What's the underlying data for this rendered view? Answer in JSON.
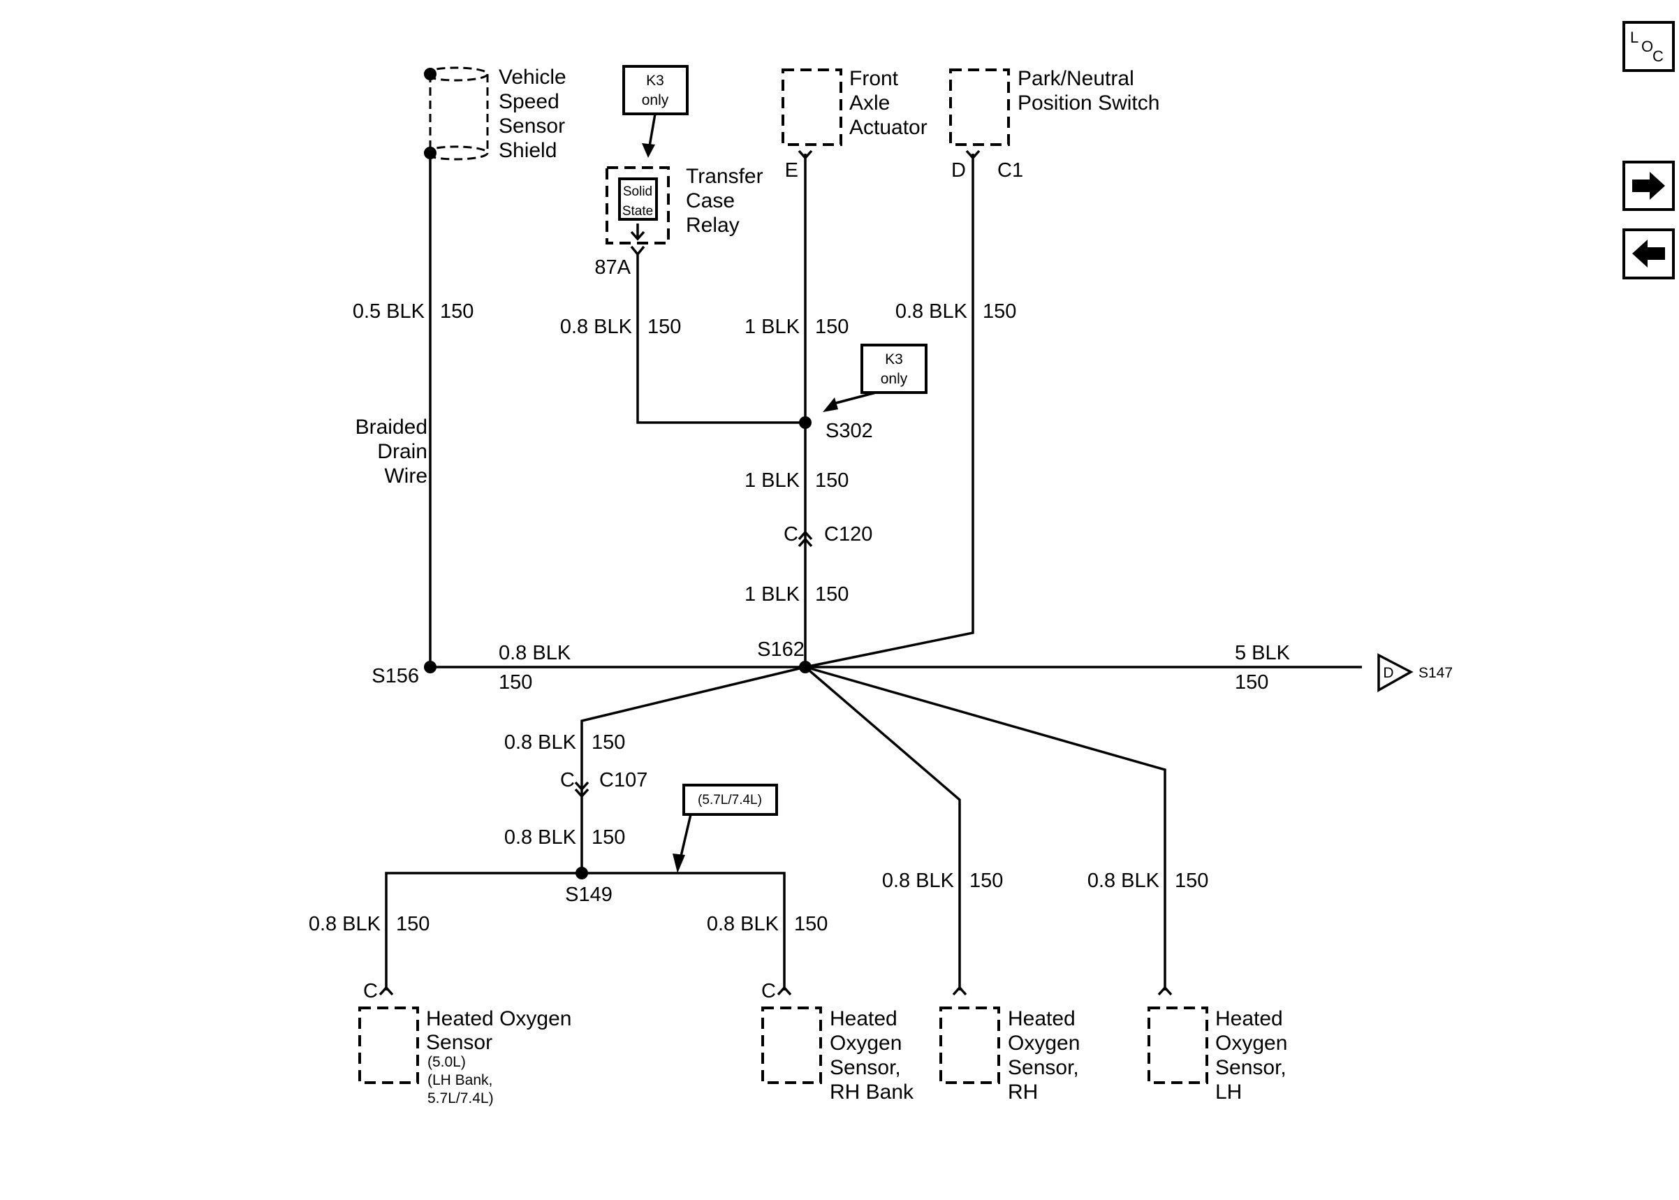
{
  "nav": {
    "loc_letters": [
      "L",
      "O",
      "C"
    ]
  },
  "components": {
    "vss_shield": [
      "Vehicle",
      "Speed",
      "Sensor",
      "Shield"
    ],
    "transfer_case_relay": [
      "Transfer",
      "Case",
      "Relay"
    ],
    "solid_state": [
      "Solid",
      "State"
    ],
    "front_axle_actuator": [
      "Front",
      "Axle",
      "Actuator"
    ],
    "park_neutral_switch": [
      "Park/Neutral",
      "Position Switch"
    ],
    "hos_left": [
      "Heated Oxygen",
      "Sensor"
    ],
    "hos_left_notes": [
      "(5.0L)",
      "(LH Bank,",
      "5.7L/7.4L)"
    ],
    "hos_rh_bank": [
      "Heated",
      "Oxygen",
      "Sensor,",
      "RH Bank"
    ],
    "hos_rh": [
      "Heated",
      "Oxygen",
      "Sensor,",
      "RH"
    ],
    "hos_lh": [
      "Heated",
      "Oxygen",
      "Sensor,",
      "LH"
    ]
  },
  "notes": {
    "k3_only": [
      "K3",
      "only"
    ],
    "engine_option": "(5.7L/7.4L)",
    "braided_drain_wire": [
      "Braided",
      "Drain",
      "Wire"
    ]
  },
  "pins": {
    "relay_87a": "87A",
    "front_axle_e": "E",
    "park_d": "D",
    "park_c1": "C1",
    "c120_c": "C",
    "c120": "C120",
    "c107_c": "C",
    "c107": "C107",
    "hos_left_c": "C",
    "hos_rh_bank_c": "C",
    "s147_d": "D"
  },
  "splices": {
    "s302": "S302",
    "s162": "S162",
    "s156": "S156",
    "s149": "S149",
    "s147": "S147"
  },
  "wires": {
    "vss": {
      "gauge": "0.5 BLK",
      "circuit": "150"
    },
    "relay": {
      "gauge": "0.8 BLK",
      "circuit": "150"
    },
    "axle_upper": {
      "gauge": "1 BLK",
      "circuit": "150"
    },
    "park": {
      "gauge": "0.8 BLK",
      "circuit": "150"
    },
    "axle_mid": {
      "gauge": "1 BLK",
      "circuit": "150"
    },
    "axle_lower": {
      "gauge": "1 BLK",
      "circuit": "150"
    },
    "s156_run": {
      "gauge": "0.8 BLK",
      "circuit": "150"
    },
    "s147_run": {
      "gauge": "5 BLK",
      "circuit": "150"
    },
    "c107_upper": {
      "gauge": "0.8 BLK",
      "circuit": "150"
    },
    "c107_lower": {
      "gauge": "0.8 BLK",
      "circuit": "150"
    },
    "hos_left": {
      "gauge": "0.8 BLK",
      "circuit": "150"
    },
    "hos_rh_bank": {
      "gauge": "0.8 BLK",
      "circuit": "150"
    },
    "hos_rh": {
      "gauge": "0.8 BLK",
      "circuit": "150"
    },
    "hos_lh": {
      "gauge": "0.8 BLK",
      "circuit": "150"
    }
  }
}
